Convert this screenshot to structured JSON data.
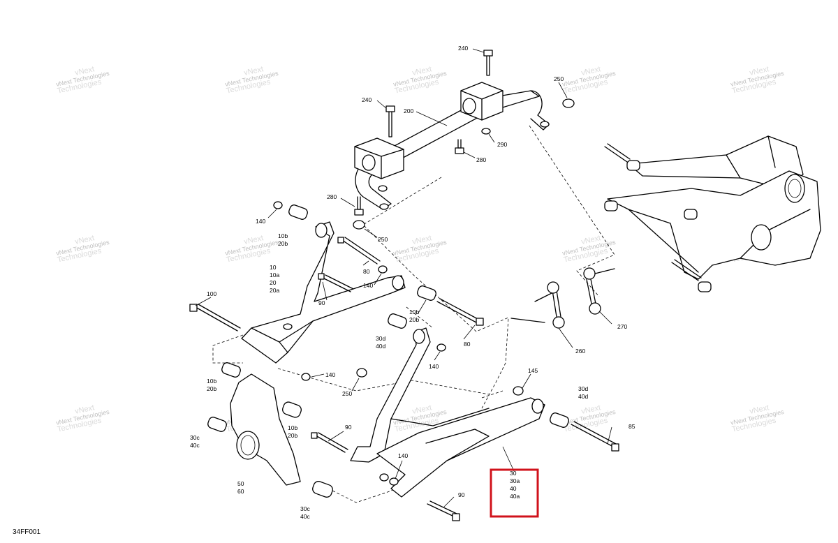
{
  "diagram": {
    "reference_code": "34FF001",
    "watermark": {
      "line1": "vNext",
      "line2": "Technologies",
      "line3": "vNext Technologies"
    },
    "highlight_color": "#d0121b",
    "callouts": {
      "c240a": "240",
      "c240b": "240",
      "c200": "200",
      "c250a": "250",
      "c290": "290",
      "c280a": "280",
      "c280b": "280",
      "c250b": "250",
      "c140a": "140",
      "c10b_1": "10b",
      "c20b_1": "20b",
      "c10": "10",
      "c10a": "10a",
      "c20": "20",
      "c20a": "20a",
      "c80a": "80",
      "c140b": "140",
      "c90a": "90",
      "c100": "100",
      "c10b_2": "10b",
      "c20b_2": "20b",
      "c30d_1": "30d",
      "c40d_1": "40d",
      "c80b": "80",
      "c140c": "140",
      "c140d": "140",
      "c250c": "250",
      "c10b_3": "10b",
      "c20b_3": "20b",
      "c145": "145",
      "c30d_2": "30d",
      "c40d_2": "40d",
      "c85": "85",
      "c90b": "90",
      "c10b_4": "10b",
      "c20b_4": "20b",
      "c30c_1": "30c",
      "c40c_1": "40c",
      "c50": "50",
      "c60": "60",
      "c140e": "140",
      "c30": "30",
      "c30a": "30a",
      "c40": "40",
      "c40a": "40a",
      "c90c": "90",
      "c30c_2": "30c",
      "c40c_2": "40c",
      "c260": "260",
      "c270": "270"
    }
  }
}
